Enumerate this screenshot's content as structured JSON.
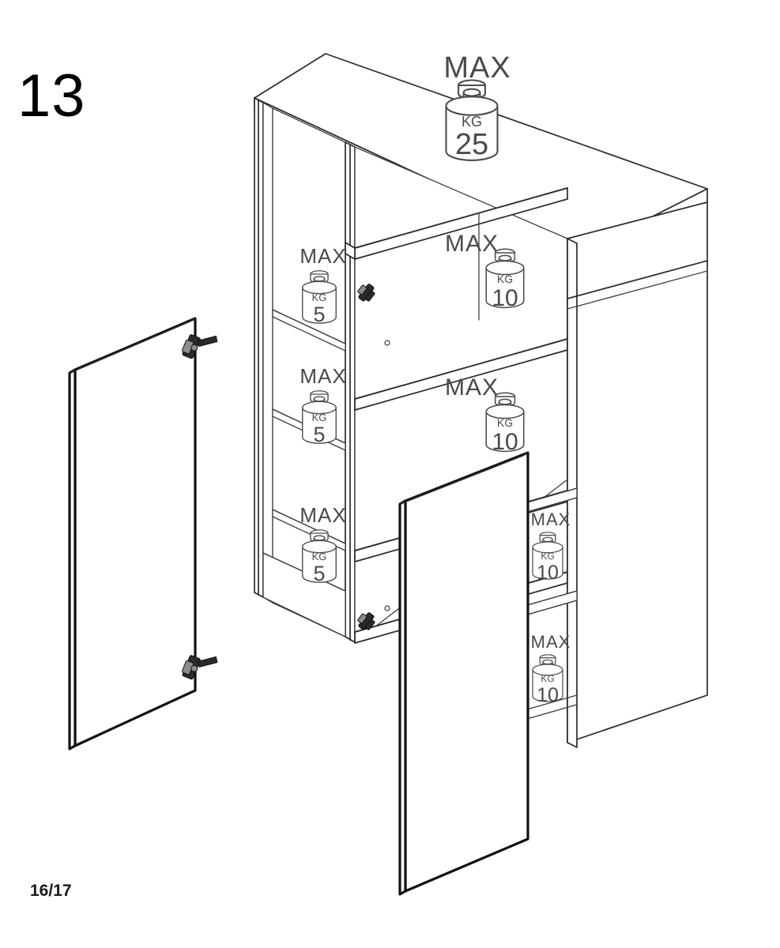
{
  "page": {
    "step_number": "13",
    "page_indicator": "16/17",
    "background_color": "#ffffff",
    "line_color": "#2b2b2b",
    "label_color": "#4a4a4a"
  },
  "diagram": {
    "title_icon": "furniture-assembly-isometric-diagram",
    "description": "Isometric exploded view of a shelving cabinet with two detached doors",
    "parts": [
      {
        "name": "cabinet-carcass",
        "label": "cabinet body"
      },
      {
        "name": "left-door-panel",
        "label": "left door"
      },
      {
        "name": "right-door-panel",
        "label": "right door"
      }
    ]
  },
  "load_labels": [
    {
      "id": "top-surface",
      "max_text": "MAX",
      "kg_text": "KG",
      "value": "25",
      "size": "large",
      "max_position": "above"
    },
    {
      "id": "left-column-shelf-1",
      "max_text": "MAX",
      "kg_text": "KG",
      "value": "5",
      "size": "small",
      "max_position": "above"
    },
    {
      "id": "left-column-shelf-2",
      "max_text": "MAX",
      "kg_text": "KG",
      "value": "5",
      "size": "small",
      "max_position": "above"
    },
    {
      "id": "left-column-shelf-3",
      "max_text": "MAX",
      "kg_text": "KG",
      "value": "5",
      "size": "small",
      "max_position": "above"
    },
    {
      "id": "center-shelf-upper",
      "max_text": "MAX",
      "kg_text": "KG",
      "value": "10",
      "size": "medium",
      "max_position": "left"
    },
    {
      "id": "center-shelf-lower",
      "max_text": "MAX",
      "kg_text": "KG",
      "value": "10",
      "size": "medium",
      "max_position": "left"
    },
    {
      "id": "right-shelf-upper",
      "max_text": "MAX",
      "kg_text": "KG",
      "value": "10",
      "size": "small",
      "max_position": "above"
    },
    {
      "id": "right-shelf-lower",
      "max_text": "MAX",
      "kg_text": "KG",
      "value": "10",
      "size": "small",
      "max_position": "above"
    }
  ],
  "hardware": {
    "hinges_on_left_door": 2,
    "hinge_plates_on_carcass": 2,
    "dowel_holes_visible": 2
  }
}
